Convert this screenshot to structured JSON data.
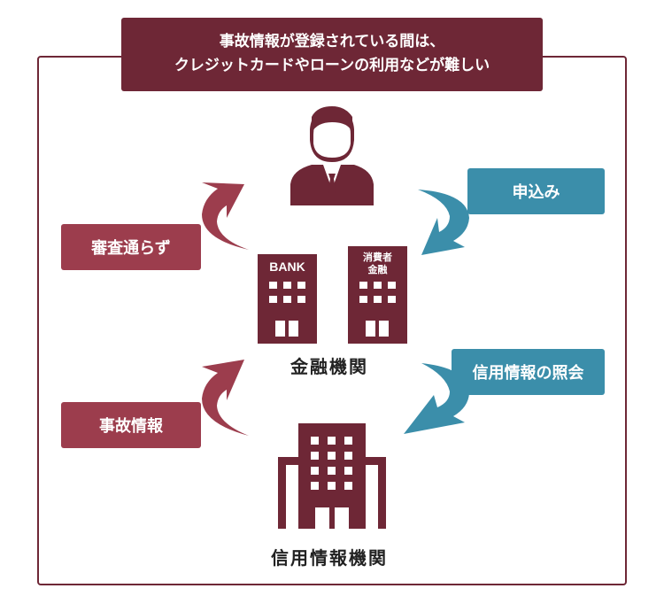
{
  "banner": {
    "line1": "事故情報が登録されている間は、",
    "line2": "クレジットカードやローンの利用などが難しい"
  },
  "labels": {
    "screening": "審査通らず",
    "application": "申込み",
    "incident": "事故情報",
    "credit_inquiry": "信用情報の照会"
  },
  "buildings": {
    "bank_sign": "BANK",
    "consumer_finance_line1": "消費者",
    "consumer_finance_line2": "金融"
  },
  "captions": {
    "financial_institution": "金融機関",
    "credit_bureau": "信用情報機関"
  },
  "colors": {
    "dark": "#6e2736",
    "red": "#9c3d4d",
    "blue": "#3b8eaa"
  }
}
